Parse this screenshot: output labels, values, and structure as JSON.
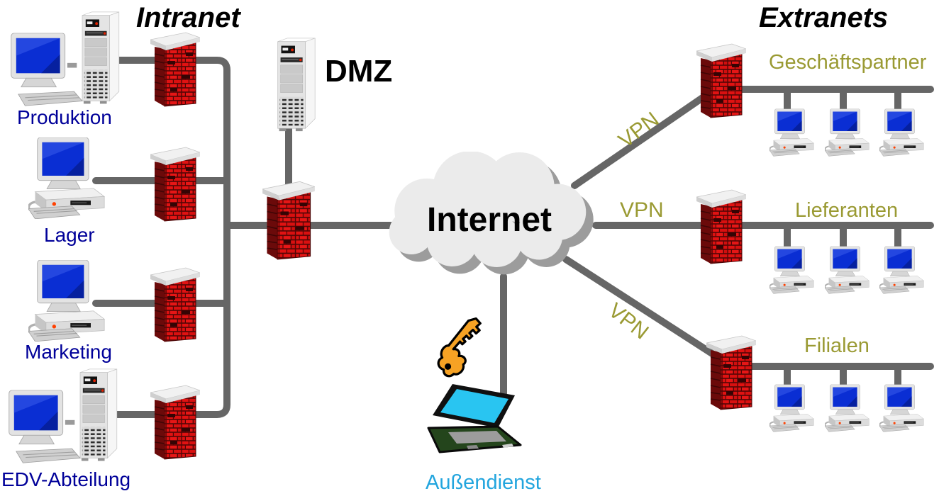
{
  "titles": {
    "intranet": "Intranet",
    "extranets": "Extranets"
  },
  "internet": {
    "label": "Internet"
  },
  "dmz": {
    "label": "DMZ"
  },
  "intranet": {
    "nodes": [
      {
        "label": "Produktion",
        "type": "workstation-with-tower"
      },
      {
        "label": "Lager",
        "type": "desktop-computer"
      },
      {
        "label": "Marketing",
        "type": "desktop-computer"
      },
      {
        "label": "EDV-Abteilung",
        "type": "workstation-with-tower"
      }
    ]
  },
  "extranets": {
    "groups": [
      {
        "label": "Geschäftspartner",
        "vpn_label": "VPN",
        "client_count": 3
      },
      {
        "label": "Lieferanten",
        "vpn_label": "VPN",
        "client_count": 3
      },
      {
        "label": "Filialen",
        "vpn_label": "VPN",
        "client_count": 3
      }
    ]
  },
  "remote_access": {
    "label": "Außendienst"
  },
  "icons": {
    "firewall": "brick-wall-icon",
    "server": "tower-server-icon",
    "client": "desktop-computer-icon",
    "internet": "cloud-icon",
    "remote_device": "laptop-icon",
    "authentication": "key-icon"
  },
  "colors": {
    "department_label": "#000099",
    "extranet_label": "#9A9A33",
    "vpn_label": "#9A9A33",
    "remote_label": "#22A5DE",
    "line": "#666666",
    "firewall_brick": "#DE1010",
    "monitor_screen": "#0A2ED3",
    "laptop_screen": "#29C5F1",
    "key": "#F6A224",
    "title_text": "#000000"
  }
}
